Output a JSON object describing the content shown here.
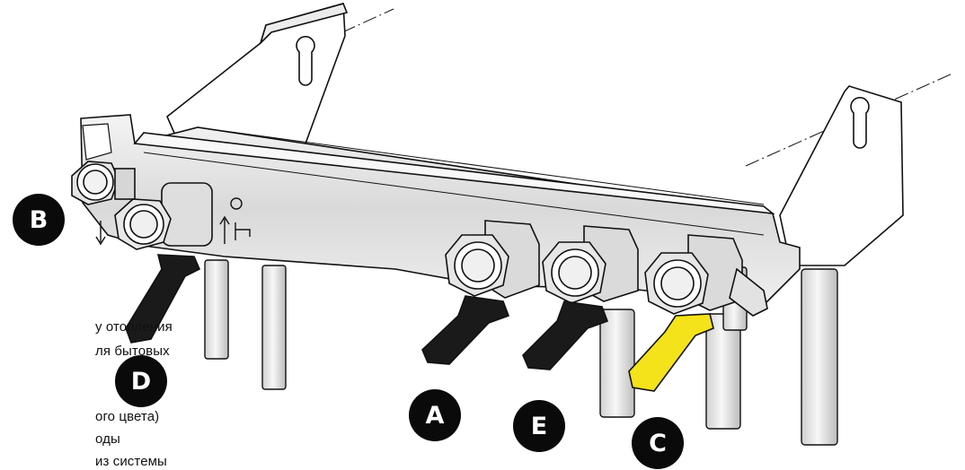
{
  "callouts": {
    "a": "A",
    "b": "B",
    "c": "C",
    "d": "D",
    "e": "E"
  },
  "legend_fragments": [
    "у отопления",
    "ля  бытовых",
    "ого цвета)",
    "оды",
    "из  системы"
  ],
  "colors": {
    "outline": "#111111",
    "handle_black": "#1a1a1a",
    "handle_yellow": "#f4e31a",
    "marker_fill": "#0a0a0a",
    "marker_text": "#ffffff"
  }
}
